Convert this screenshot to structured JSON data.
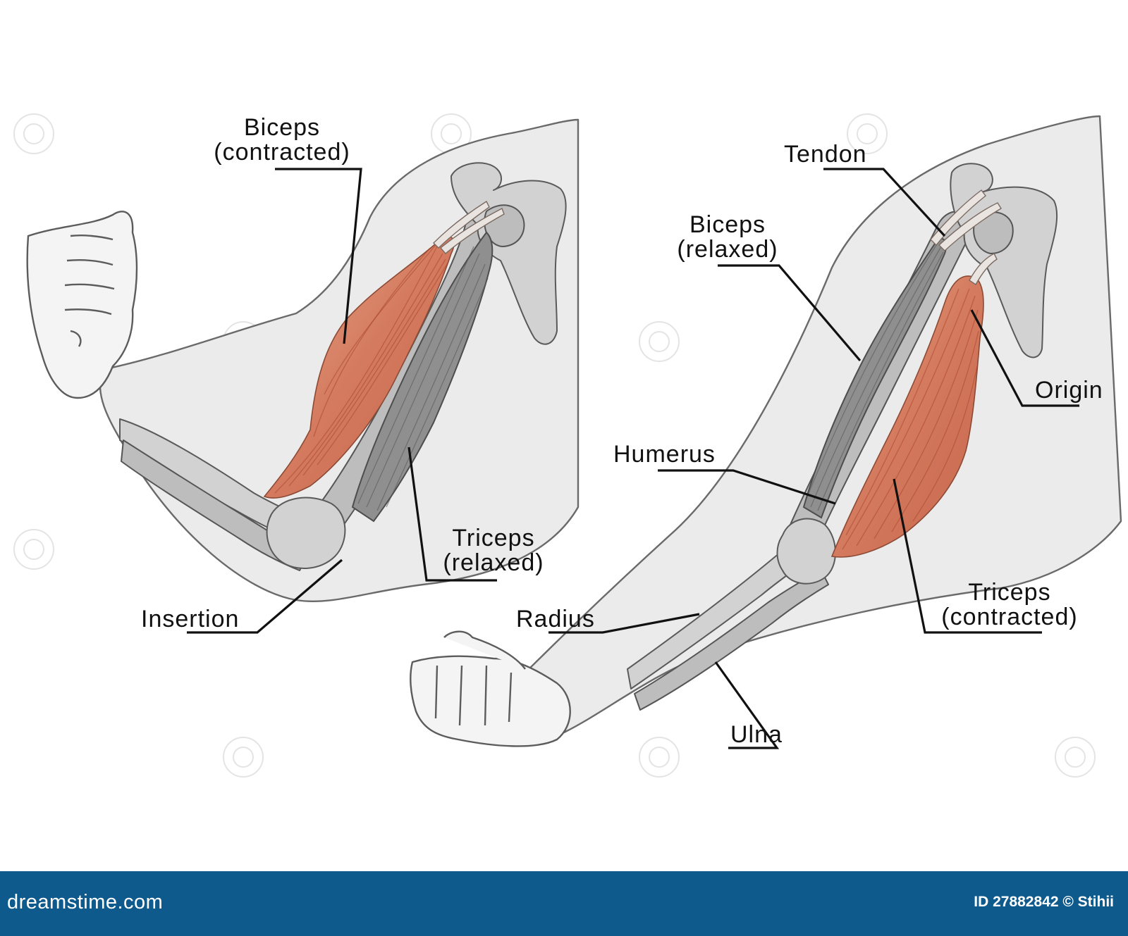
{
  "left_arm": {
    "labels": {
      "biceps_line1": "Biceps",
      "biceps_line2": "(contracted)",
      "triceps_line1": "Triceps",
      "triceps_line2": "(relaxed)",
      "insertion": "Insertion"
    }
  },
  "right_arm": {
    "labels": {
      "tendon": "Tendon",
      "biceps_line1": "Biceps",
      "biceps_line2": "(relaxed)",
      "origin": "Origin",
      "humerus": "Humerus",
      "radius": "Radius",
      "ulna": "Ulna",
      "triceps_line1": "Triceps",
      "triceps_line2": "(contracted)"
    }
  },
  "colors": {
    "contracted_muscle": "#d98a70",
    "relaxed_muscle": "#8f8f8f",
    "footer_bar": "#0e5a8c"
  },
  "footer": {
    "site": "dreamstime.com",
    "image_id": "ID 27882842 © Stihii"
  }
}
